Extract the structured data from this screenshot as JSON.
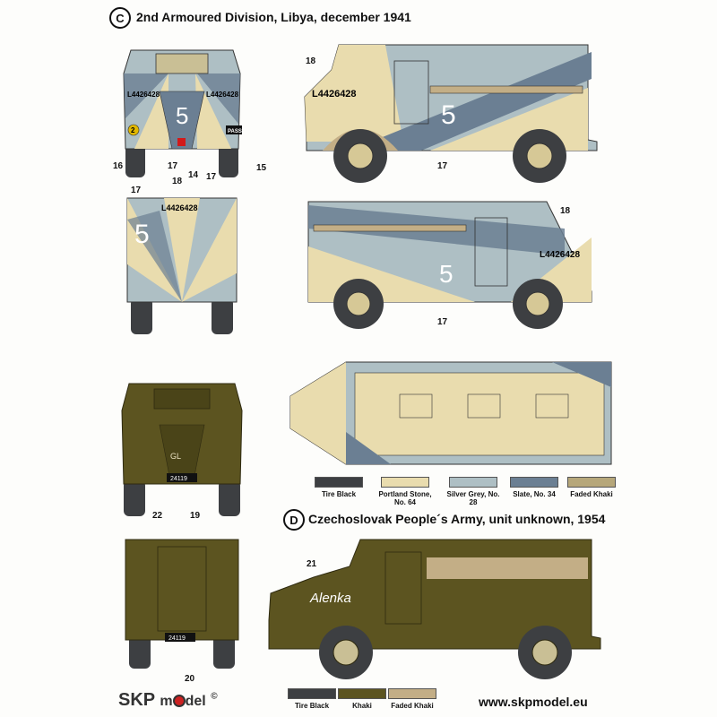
{
  "sections": {
    "c": {
      "letter": "C",
      "title": "2nd Armoured Division, Libya, december 1941"
    },
    "d": {
      "letter": "D",
      "title": "Czechoslovak People´s Army, unit unknown, 1954"
    }
  },
  "markings": {
    "serial_c": "L4426428",
    "number_c": "5",
    "pass_plate": "PASS",
    "div_badge": "2",
    "plate_d": "24119",
    "name_d": "Alenka",
    "rear_mark_d": "GL"
  },
  "callouts": {
    "n14": "14",
    "n15": "15",
    "n16": "16",
    "n17": "17",
    "n18": "18",
    "n19": "19",
    "n20": "20",
    "n21": "21",
    "n22": "22"
  },
  "legend_c": [
    {
      "label": "Tire Black",
      "color": "#3d3f42"
    },
    {
      "label": "Portland Stone, No. 64",
      "color": "#e9dcae"
    },
    {
      "label": "Silver Grey, No. 28",
      "color": "#aebfc4"
    },
    {
      "label": "Slate, No. 34",
      "color": "#6b7f93"
    },
    {
      "label": "Faded Khaki",
      "color": "#b6a77a"
    }
  ],
  "legend_d": [
    {
      "label": "Tire Black",
      "color": "#3d3f42"
    },
    {
      "label": "Khaki",
      "color": "#5c5420"
    },
    {
      "label": "Faded Khaki",
      "color": "#c3ae86"
    }
  ],
  "footer": {
    "brand_a": "SKP",
    "brand_b": "m",
    "brand_c": "del",
    "copyright": "©",
    "url": "www.skpmodel.eu"
  },
  "colors": {
    "stone": "#e9dcae",
    "silver": "#aebfc4",
    "slate": "#6b7f93",
    "khaki": "#5c5420",
    "faded_khaki": "#c3ae86",
    "tire": "#3d3f42"
  }
}
